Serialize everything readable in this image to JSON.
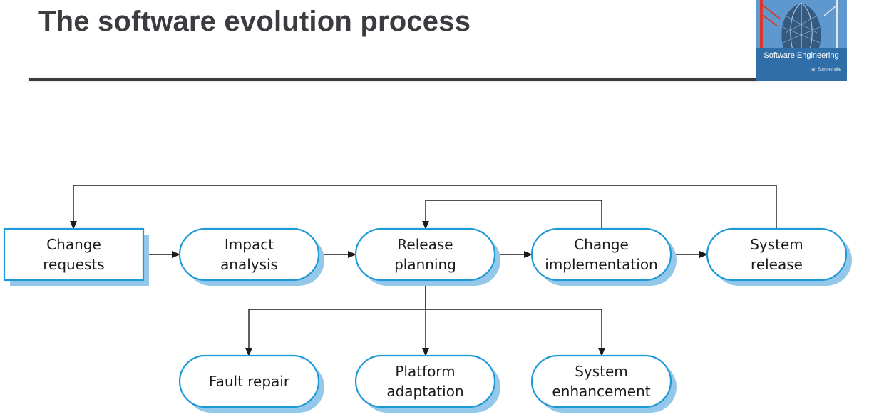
{
  "slide": {
    "title": "The software evolution process"
  },
  "book_cover": {
    "title": "Software Engineering",
    "author": "Ian Sommerville"
  },
  "diagram": {
    "nodes": [
      {
        "id": "change-requests",
        "lines": [
          "Change",
          "requests"
        ],
        "shape": "rectangle"
      },
      {
        "id": "impact-analysis",
        "lines": [
          "Impact",
          "analysis"
        ],
        "shape": "rounded"
      },
      {
        "id": "release-planning",
        "lines": [
          "Release",
          "planning"
        ],
        "shape": "rounded"
      },
      {
        "id": "change-implementation",
        "lines": [
          "Change",
          "implementation"
        ],
        "shape": "rounded"
      },
      {
        "id": "system-release",
        "lines": [
          "System",
          "release"
        ],
        "shape": "rounded"
      },
      {
        "id": "fault-repair",
        "lines": [
          "Fault repair"
        ],
        "shape": "rounded"
      },
      {
        "id": "platform-adaptation",
        "lines": [
          "Platform",
          "adaptation"
        ],
        "shape": "rounded"
      },
      {
        "id": "system-enhancement",
        "lines": [
          "System",
          "enhancement"
        ],
        "shape": "rounded"
      }
    ],
    "edges": [
      {
        "from": "change-requests",
        "to": "impact-analysis"
      },
      {
        "from": "impact-analysis",
        "to": "release-planning"
      },
      {
        "from": "release-planning",
        "to": "change-implementation"
      },
      {
        "from": "change-implementation",
        "to": "system-release"
      },
      {
        "from": "change-implementation",
        "to": "release-planning"
      },
      {
        "from": "system-release",
        "to": "change-requests"
      },
      {
        "from": "release-planning",
        "to": "fault-repair"
      },
      {
        "from": "release-planning",
        "to": "platform-adaptation"
      },
      {
        "from": "release-planning",
        "to": "system-enhancement"
      }
    ],
    "colors": {
      "node_border": "#1e9ad6",
      "node_shadow": "#93c8ea",
      "arrow": "#1a1a1a"
    }
  }
}
